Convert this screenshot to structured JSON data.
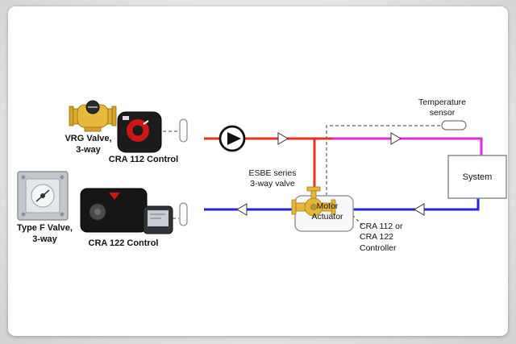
{
  "products": {
    "vrg_valve_label": "VRG Valve,\n3-way",
    "cra112_label": "CRA 112 Control",
    "type_f_valve_label": "Type F Valve,\n3-way",
    "cra122_label": "CRA 122 Control"
  },
  "diagram": {
    "temperature_sensor_label": "Temperature\nsensor",
    "esbe_valve_label": "ESBE series\n3-way valve",
    "motor_actuator_label": "Motor\nActuator",
    "controller_label": "CRA 112 or\nCRA 122\nController",
    "system_label": "System"
  },
  "colors": {
    "supply_line": "#e23222",
    "mixed_line": "#dd2edd",
    "return_line": "#2525d6",
    "valve_body": "#e7b53a",
    "actuator_red": "#cf1616"
  }
}
